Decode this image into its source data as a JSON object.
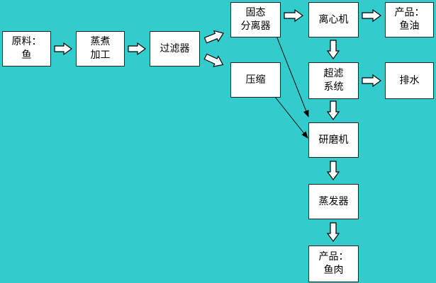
{
  "colors": {
    "background": "#33CCCC",
    "node_fill": "#FFFFFF",
    "node_border": "#222222",
    "arrow_fill": "#FFFFFF",
    "arrow_stroke": "#000000"
  },
  "nodes": {
    "raw": {
      "label": "原料：\n鱼"
    },
    "steam": {
      "label": "蒸煮\n加工"
    },
    "filter": {
      "label": "过滤器"
    },
    "separator": {
      "label": "固态\n分离器"
    },
    "press": {
      "label": "压缩"
    },
    "centrifuge": {
      "label": "离心机"
    },
    "fishoil": {
      "label": "产品：\n鱼油"
    },
    "ultra": {
      "label": "超滤\n系统"
    },
    "drain": {
      "label": "排水"
    },
    "grinder": {
      "label": "研磨机"
    },
    "evaporator": {
      "label": "蒸发器"
    },
    "fishmeat": {
      "label": "产品：\n鱼肉"
    }
  },
  "edges": [
    {
      "from": "raw",
      "to": "steam"
    },
    {
      "from": "steam",
      "to": "filter"
    },
    {
      "from": "filter",
      "to": "separator"
    },
    {
      "from": "filter",
      "to": "press"
    },
    {
      "from": "separator",
      "to": "centrifuge"
    },
    {
      "from": "centrifuge",
      "to": "fishoil"
    },
    {
      "from": "centrifuge",
      "to": "ultra"
    },
    {
      "from": "ultra",
      "to": "drain"
    },
    {
      "from": "ultra",
      "to": "grinder"
    },
    {
      "from": "separator",
      "to": "grinder"
    },
    {
      "from": "press",
      "to": "grinder"
    },
    {
      "from": "grinder",
      "to": "evaporator"
    },
    {
      "from": "evaporator",
      "to": "fishmeat"
    }
  ]
}
